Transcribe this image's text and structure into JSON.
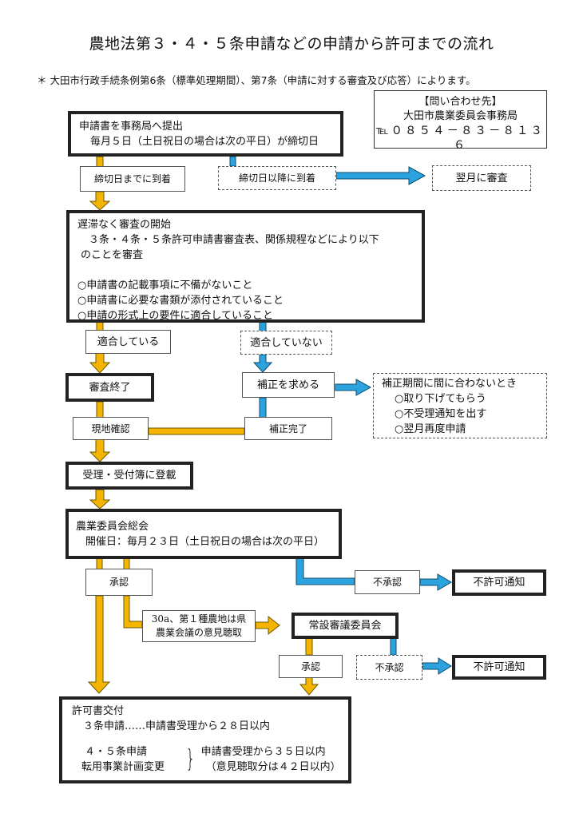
{
  "title": "農地法第３・４・５条申請などの申請から許可までの流れ",
  "note": "＊ 大田市行政手続条例第6条（標準処理期間）、第7条（申請に対する審査及び応答）によります。",
  "contact": {
    "heading": "【問い合わせ先】",
    "office": "大田市農業委員会事務局",
    "tel": "℡０８５４－８３－８１３６"
  },
  "steps": {
    "submit": {
      "title": "申請書を事務局へ提出",
      "detail": "毎月５日（土日祝日の場合は次の平日）が締切日"
    },
    "before_deadline": "締切日までに到着",
    "after_deadline": "締切日以降に到着",
    "next_month": "翌月に審査",
    "review": {
      "title": "遅滞なく審査の開始",
      "detail1": "３条・４条・５条許可申請書審査表、関係規程などにより以下",
      "detail2": "のことを審査",
      "checks": [
        "○申請書の記載事項に不備がないこと",
        "○申請書に必要な書類が添付されていること",
        "○申請の形式上の要件に適合していること"
      ]
    },
    "compliant": "適合している",
    "noncompliant": "適合していない",
    "review_done": "審査終了",
    "request_fix": "補正を求める",
    "fix_late": {
      "title": "補正期間に間に合わないとき",
      "items": [
        "○取り下げてもらう",
        "○不受理通知を出す",
        "○翌月再度申請"
      ]
    },
    "site_check": "現地確認",
    "fix_done": "補正完了",
    "register": "受理・受付簿に登載",
    "general_meeting": {
      "title": "農業委員会総会",
      "detail": "開催日：毎月２３日（土日祝日の場合は次の平日）"
    },
    "approve": "承認",
    "disapprove": "不承認",
    "denial_notice": "不許可通知",
    "prefecture": {
      "line1": "30a、第１種農地は県",
      "line2": "農業会議の意見聴取"
    },
    "standing_committee": "常設審議委員会",
    "approve2": "承認",
    "disapprove2": "不承認",
    "denial_notice2": "不許可通知",
    "permit": {
      "title": "許可書交付",
      "art3": "３条申請……申請書受理から２８日以内",
      "art45_a": "４・５条申請",
      "art45_b": "転用事業計画変更",
      "brace": "}",
      "period_a": "申請書受理から３５日以内",
      "period_b": "（意見聴取分は４２日以内）"
    }
  }
}
